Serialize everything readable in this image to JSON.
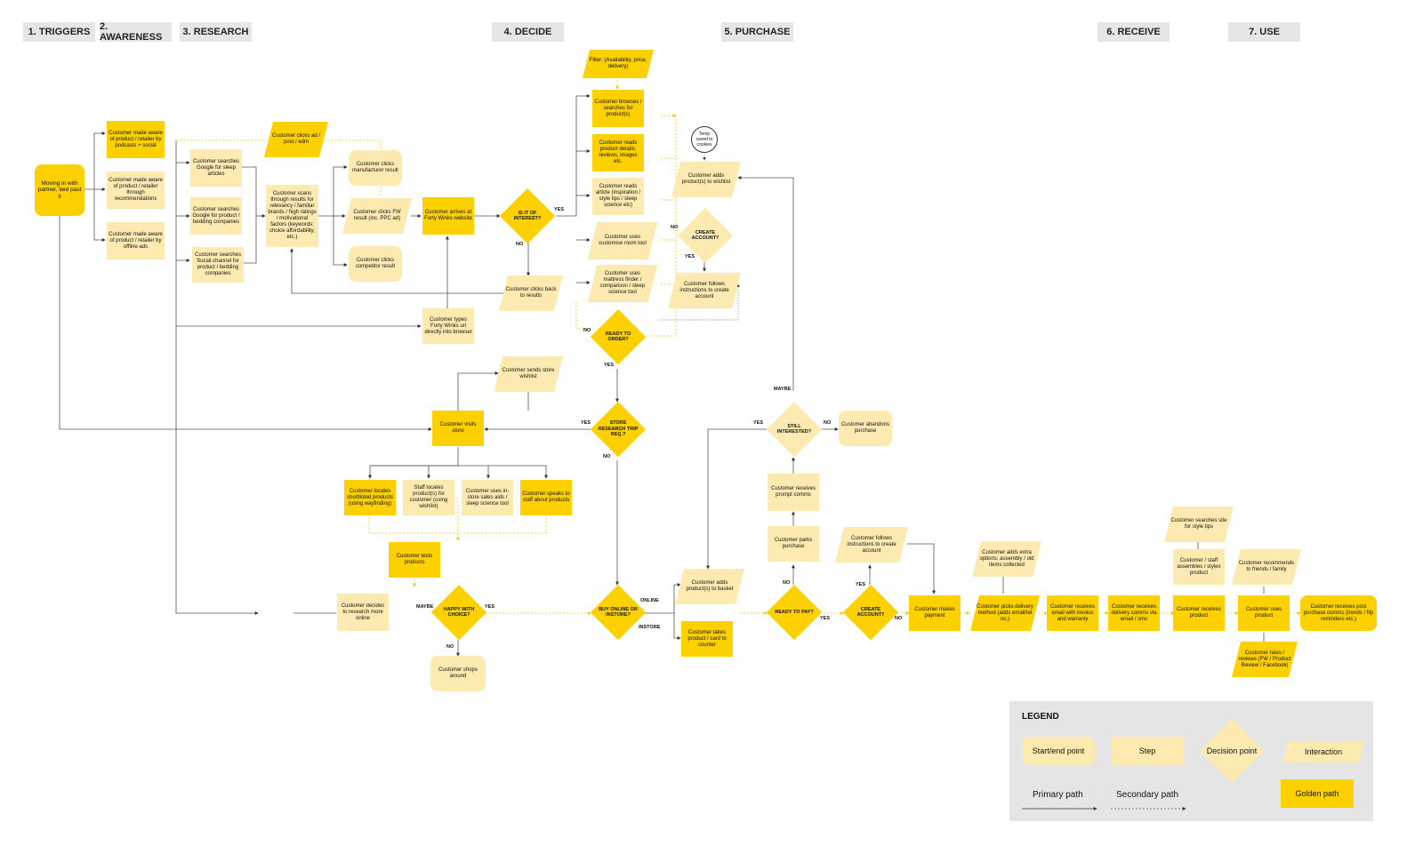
{
  "stages": [
    "1. TRIGGERS",
    "2. AWARENESS",
    "3. RESEARCH",
    "4. DECIDE",
    "5. PURCHASE",
    "6. RECEIVE",
    "7. USE"
  ],
  "nodes": {
    "moving_in": "Moving in with partner, bed past it",
    "aware_podcasts": "Customer made aware of product / retailer by podcasts + social",
    "aware_recommend": "Customer made aware of product / retailer through recommendations",
    "aware_offline": "Customer made aware of product / retailer by offline ads",
    "search_sleep_articles": "Customer searches Google for sleep articles",
    "search_bedding": "Customer searches Google for product / bedding companies",
    "search_social": "Customer searches Social channel for product / bedding companies",
    "clicks_ad": "Customer clicks ad / post / edm",
    "scans_results": "Customer scans through results for relevancy / familiar brands / high ratings / motivational factors (keywords; choice affordability, etc.)",
    "clicks_manufacturer": "Customer clicks manufacturer result",
    "clicks_fw": "Customer clicks FW result (inc. PPC ad)",
    "clicks_competitor": "Customer clicks competitor result",
    "arrives_fw": "Customer arrives at Forty Winks website",
    "types_url": "Customer types Forty Winks url directly into browser",
    "clicks_back": "Customer clicks back to results",
    "is_interest": "IS IT OF INTEREST?",
    "filter": "Filter: (Availability, price, delivery)",
    "browses": "Customer browses / searches for product(s)",
    "reads_details": "Customer reads product details; reviews, images etc.",
    "reads_article": "Customer reads article (inspiration / style tips / sleep science etc)",
    "customise_tool": "Customer uses customise room tool",
    "mattress_finder": "Customer uses mattress finder / comparison / sleep science tool",
    "ready_order": "READY TO ORDER?",
    "temp_cookies": "Temp saved to cookies",
    "adds_wishlist": "Customer adds product(s) to wishlist",
    "create_account_1": "CREATE ACCOUNT?",
    "follows_create_1": "Customer follows instructions to create account",
    "sends_wishlist": "Customer sends store wishlist",
    "visits_store": "Customer visits store",
    "store_research": "STORE RESEARCH TRIP REQ.?",
    "locates_shortlisted": "Customer locates shortlisted products (using wayfinding)",
    "staff_locates": "Staff locates product(s) for customer (using wishlist)",
    "instore_aids": "Customer uses in-store sales aids / sleep science tool",
    "speaks_staff": "Customer speaks to staff about products",
    "tests_products": "Customer tests products",
    "decides_research": "Customer decides to research more online",
    "happy_choice": "HAPPY WITH CHOICE?",
    "shops_around": "Customer shops around",
    "buy_online": "BUY ONLINE OR INSTORE?",
    "adds_basket": "Customer adds product(s) to basket",
    "takes_counter": "Customer takes product / card to counter",
    "still_interested": "STILL INTERESTED?",
    "abandons": "Customer abandons purchase",
    "prompt_comms": "Customer receives prompt comms",
    "parks_purchase": "Customer parks purchase",
    "ready_pay": "READY TO PAY?",
    "create_account_2": "CREATE ACCOUNT?",
    "follows_create_2": "Customer follows instructions to create account",
    "makes_payment": "Customer makes payment",
    "adds_extra": "Customer adds extra options; assembly / old items collected",
    "picks_delivery": "Customer picks delivery method (adds email/tel no.)",
    "email_invoice": "Customer receives email with invoice and warranty",
    "delivery_comms": "Customer receives delivery comms via email / sms",
    "receives_product": "Customer receives product",
    "search_style": "Customer searches site for style tips",
    "assembles": "Customer / staff assembles / styles product",
    "uses_product": "Customer uses product",
    "recommends": "Customer recommends to friends / family",
    "rates": "Customer rates / reviews (FW / Product Review / Facebook)",
    "post_comms": "Customer receives post purchase comms (trends / flip reminders etc.)"
  },
  "edge_labels": {
    "yes": "YES",
    "no": "NO",
    "maybe": "MAYBE",
    "online": "ONLINE",
    "instore": "INSTORE"
  },
  "legend": {
    "title": "LEGEND",
    "start_end": "Start/end point",
    "step": "Step",
    "decision": "Decision point",
    "interaction": "Interaction",
    "primary": "Primary path",
    "secondary": "Secondary path",
    "golden": "Golden path"
  },
  "colors": {
    "golden": "#fdd000",
    "step": "#fdeab0",
    "legend_bg": "#e5e5e5",
    "stage_bg": "#e6e6e6"
  }
}
